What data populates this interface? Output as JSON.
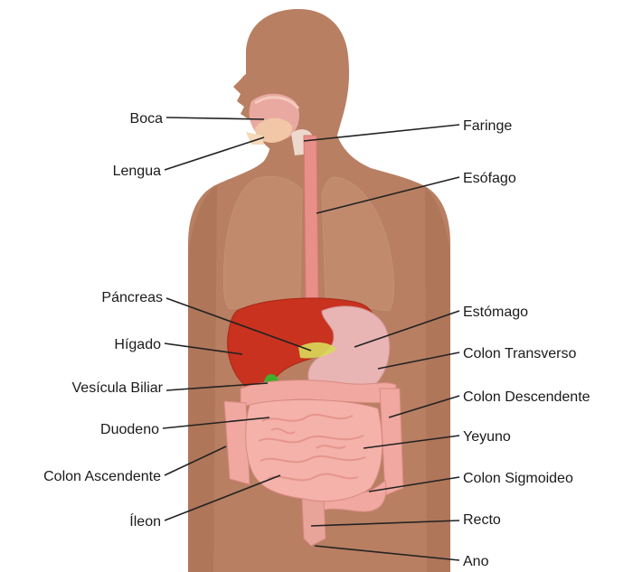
{
  "labels": {
    "boca": "Boca",
    "lengua": "Lengua",
    "faringe": "Faringe",
    "esofago": "Esófago",
    "pancreas": "Páncreas",
    "higado": "Hígado",
    "vesicula": "Vesícula Biliar",
    "duodeno": "Duodeno",
    "colon_ascendente": "Colon Ascendente",
    "ileon": "Íleon",
    "estomago": "Estómago",
    "colon_transverso": "Colon Transverso",
    "colon_descendente": "Colon Descendente",
    "yeyuno": "Yeyuno",
    "colon_sigmoideo": "Colon Sigmoideo",
    "recto": "Recto",
    "ano": "Ano"
  },
  "colors": {
    "skin": "#b87f62",
    "skin_dark": "#a56d52",
    "lung": "#c99477",
    "liver": "#c8321f",
    "stomach": "#e9b4b4",
    "intestine": "#f0a8a0",
    "intestine_shade": "#d88a82",
    "gallbladder": "#3fae2a",
    "pancreas": "#d9d95a",
    "esophagus": "#e98f8a",
    "line": "#222222",
    "text": "#1a1a1a"
  }
}
